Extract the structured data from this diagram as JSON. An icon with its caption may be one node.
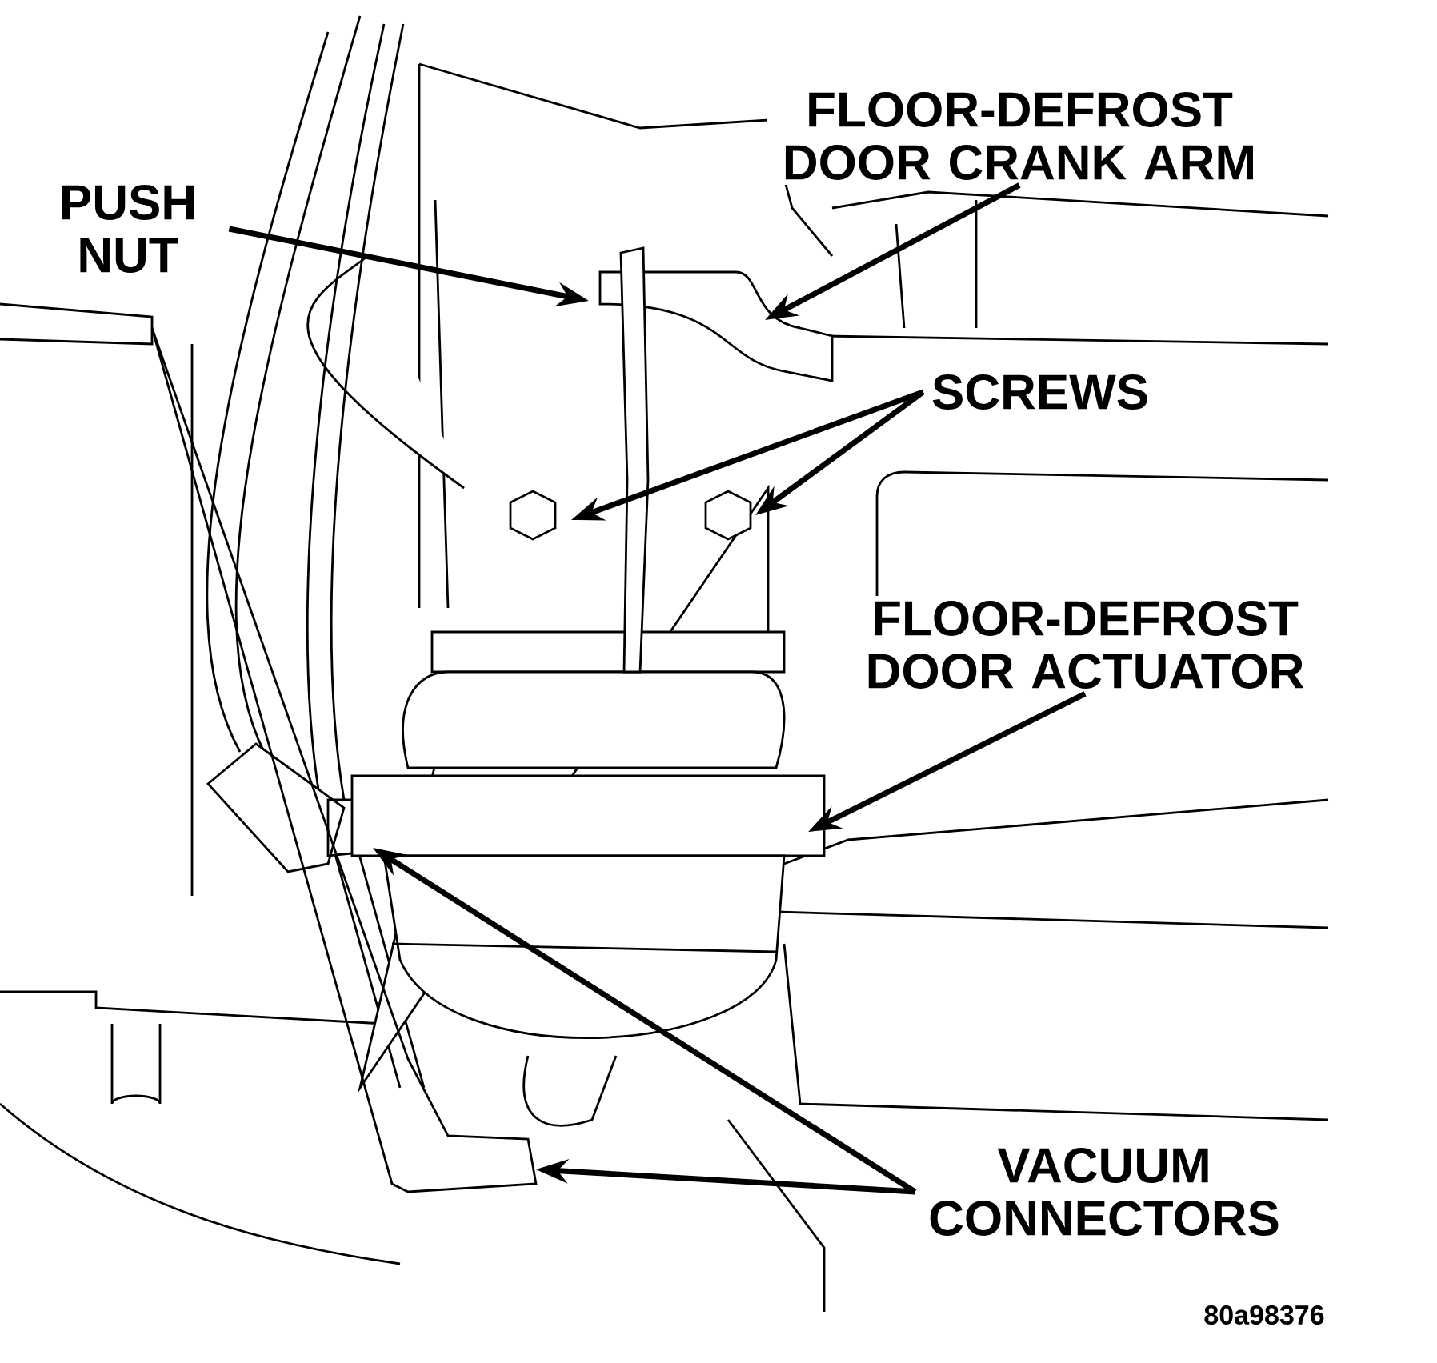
{
  "diagram": {
    "nodes": [
      {
        "text": [
          "PUSH NUT"
        ]
      },
      {
        "text": [
          "FLOOR-DEFROST DOOR CRANK ARM"
        ]
      },
      {
        "text": [
          "SCREWS"
        ]
      },
      {
        "text": [
          "FLOOR-DEFROST DOOR ACTUATOR"
        ]
      },
      {
        "text": [
          "VACUUM CONNECTORS"
        ]
      }
    ],
    "edges": [
      {
        "from": 0,
        "to": null,
        "arrow": "to"
      },
      {
        "from": 1,
        "to": null,
        "arrow": "to"
      },
      {
        "from": 2,
        "to": null,
        "arrow": "to"
      },
      {
        "from": 2,
        "to": null,
        "arrow": "to"
      },
      {
        "from": 3,
        "to": null,
        "arrow": "to"
      },
      {
        "from": 4,
        "to": null,
        "arrow": "to"
      },
      {
        "from": 4,
        "to": null,
        "arrow": "to"
      }
    ],
    "labels": [
      "80a98376"
    ]
  }
}
